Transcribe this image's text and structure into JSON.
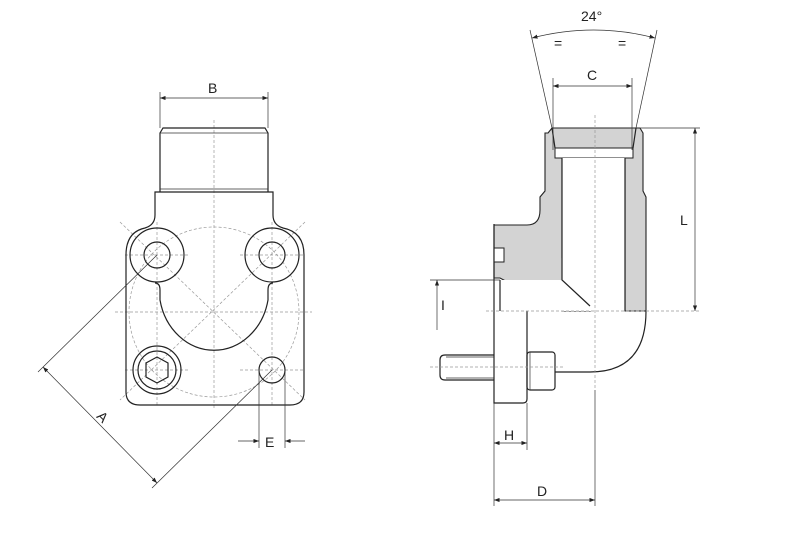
{
  "labels": {
    "A": "A",
    "B": "B",
    "C": "C",
    "D": "D",
    "E": "E",
    "H": "H",
    "I": "I",
    "L": "L",
    "angle": "24°",
    "equal_left": "=",
    "equal_right": "="
  },
  "colors": {
    "section_fill": "#d3d3d3",
    "line": "#222222"
  }
}
